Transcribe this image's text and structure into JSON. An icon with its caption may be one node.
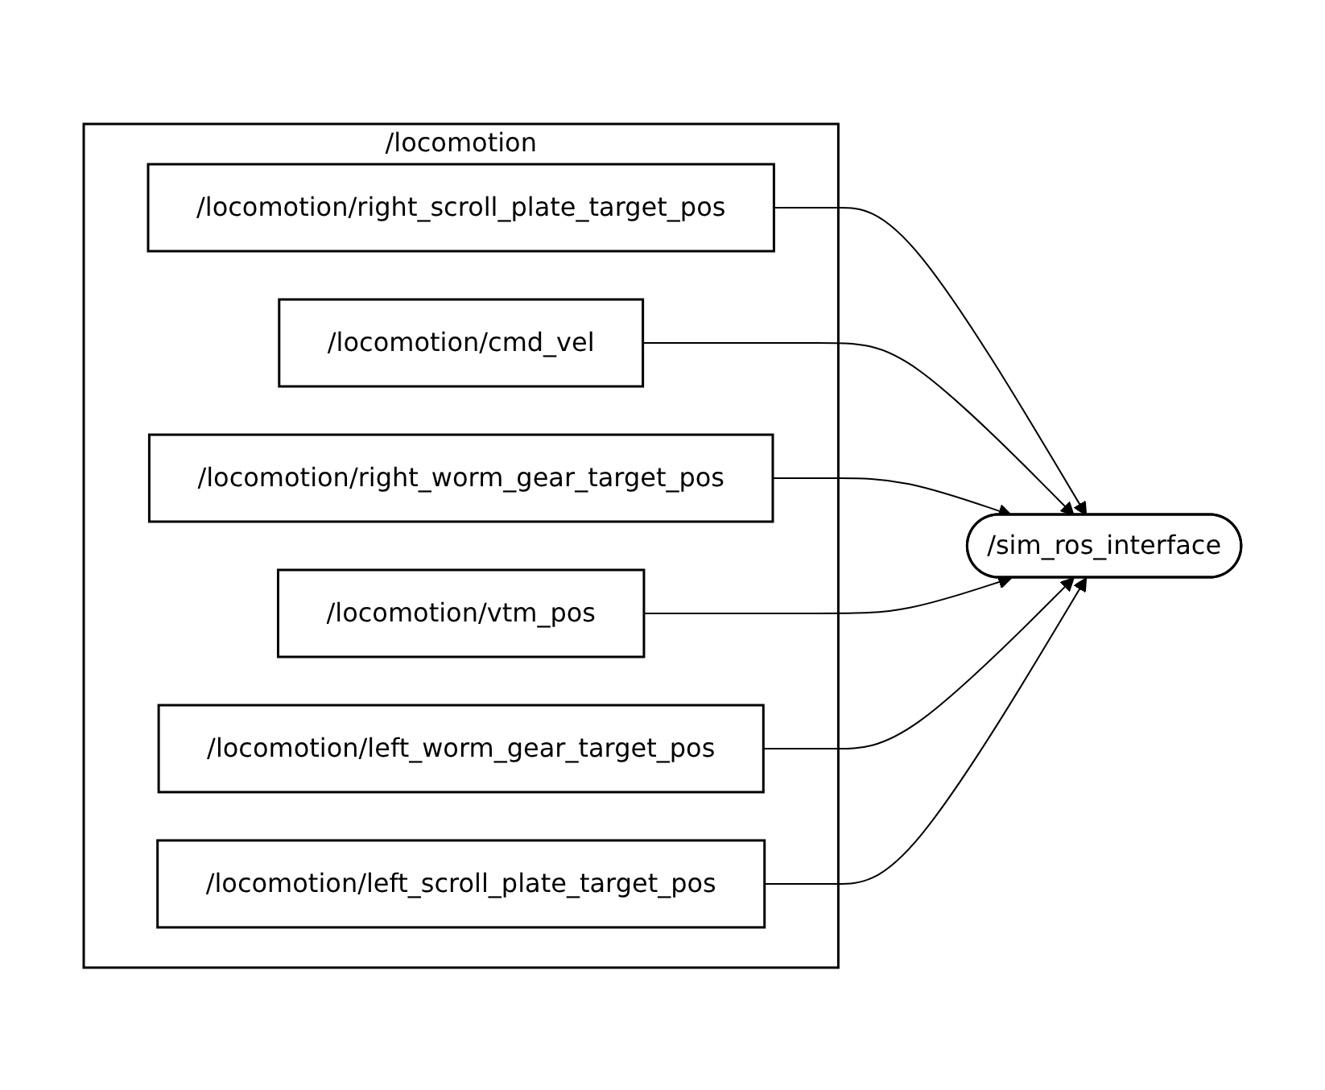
{
  "diagram": {
    "nodes": [
      {
        "text": [
          "/locomotion"
        ]
      },
      {
        "text": [
          "/locomotion/right_scroll_plate_target_pos"
        ],
        "in": 0
      },
      {
        "text": [
          "/locomotion/cmd_vel"
        ],
        "in": 0
      },
      {
        "text": [
          "/locomotion/right_worm_gear_target_pos"
        ],
        "in": 0
      },
      {
        "text": [
          "/locomotion/vtm_pos"
        ],
        "in": 0
      },
      {
        "text": [
          "/locomotion/left_worm_gear_target_pos"
        ],
        "in": 0
      },
      {
        "text": [
          "/locomotion/left_scroll_plate_target_pos"
        ],
        "in": 0
      },
      {
        "text": [
          "/sim_ros_interface"
        ]
      }
    ],
    "edges": [
      {
        "from": 1,
        "to": 7,
        "arrow": "to"
      },
      {
        "from": 2,
        "to": 7,
        "arrow": "to"
      },
      {
        "from": 3,
        "to": 7,
        "arrow": "to"
      },
      {
        "from": 4,
        "to": 7,
        "arrow": "to"
      },
      {
        "from": 5,
        "to": 7,
        "arrow": "to"
      },
      {
        "from": 6,
        "to": 7,
        "arrow": "to"
      }
    ]
  }
}
